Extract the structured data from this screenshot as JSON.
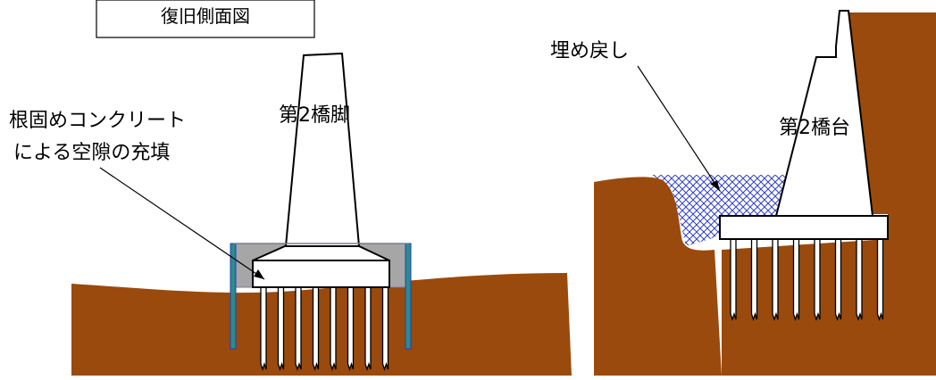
{
  "title": "復旧側面図",
  "left_panel": {
    "pier_label": "第2橋脚",
    "annotation_lines": [
      "根固めコンクリート",
      "による空隙の充填"
    ],
    "pile_count": 8
  },
  "right_panel": {
    "abutment_label": "第2橋台",
    "annotation": "埋め戻し",
    "pile_count": 8
  },
  "colors": {
    "soil": "#9a4a0c",
    "concrete_fill": "#a6a6a6",
    "sheet_pile": "#2e8b8b",
    "sheet_pile_edge": "#1f3fbf",
    "backfill_hatch": "#2f3fd0",
    "outline": "#000000",
    "structure": "#ffffff"
  }
}
